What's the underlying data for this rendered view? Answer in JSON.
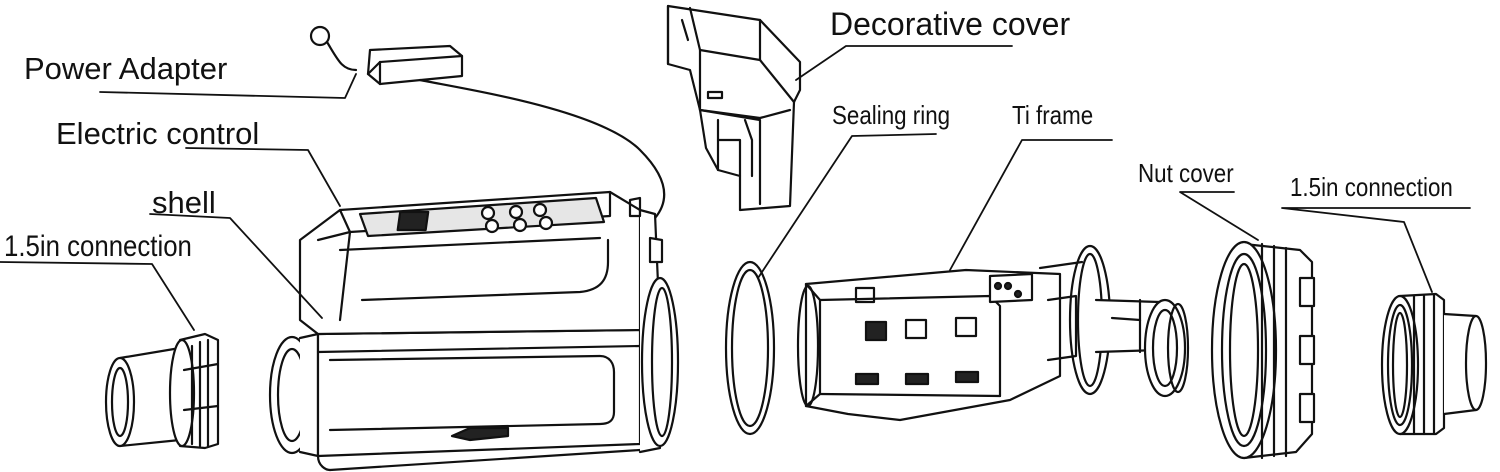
{
  "diagram": {
    "labels": {
      "power_adapter": "Power Adapter",
      "electric_control": "Electric control",
      "shell": "shell",
      "connection_left": "1.5in connection",
      "decorative_cover": "Decorative cover",
      "sealing_ring": "Sealing ring",
      "ti_frame": "Ti frame",
      "nut_cover": "Nut cover",
      "connection_right": "1.5in connection"
    },
    "colors": {
      "line": "#111111",
      "fill": "#ffffff",
      "shade": "#d9d9d9"
    }
  }
}
